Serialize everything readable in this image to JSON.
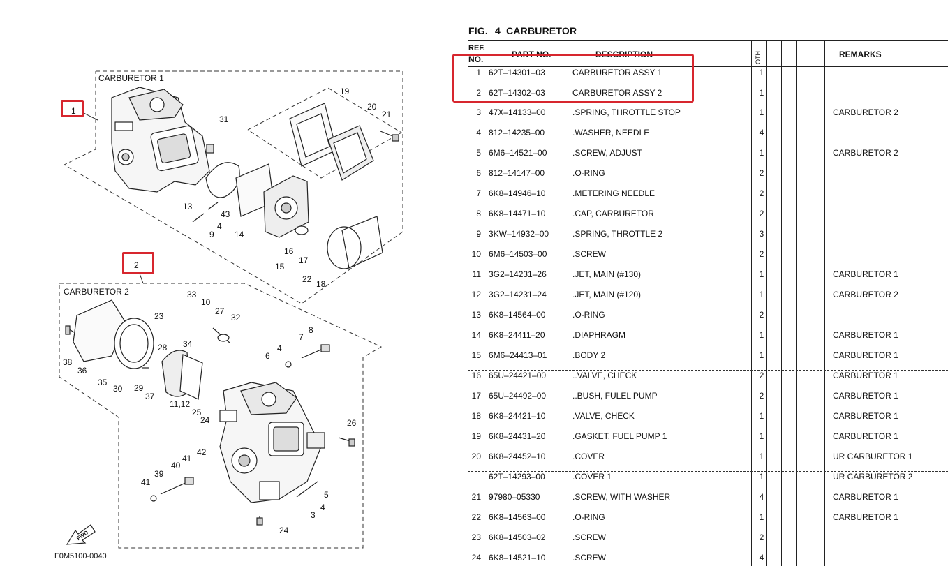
{
  "figure": {
    "label": "FIG.",
    "number": "4",
    "title": "CARBURETOR"
  },
  "diagram": {
    "group1_label": "CARBURETOR 1",
    "group2_label": "CARBURETOR 2",
    "callout1": "1",
    "callout2": "2",
    "drawing_code": "F0M5100-0040",
    "fwd": "FWD",
    "callouts": [
      "19",
      "20",
      "21",
      "31",
      "13",
      "43",
      "4",
      "9",
      "14",
      "16",
      "15",
      "17",
      "22",
      "18",
      "33",
      "10",
      "27",
      "23",
      "32",
      "28",
      "34",
      "8",
      "7",
      "4",
      "6",
      "38",
      "36",
      "35",
      "30",
      "29",
      "37",
      "11,12",
      "25",
      "24",
      "26",
      "42",
      "41",
      "40",
      "39",
      "41",
      "5",
      "4",
      "3",
      "24"
    ]
  },
  "table": {
    "headers": {
      "ref": "REF.",
      "no": "NO.",
      "part_no": "PART NO.",
      "description": "DESCRIPTION",
      "oth": "OTH",
      "remarks": "REMARKS"
    },
    "rows": [
      {
        "ref": "1",
        "part": "62T–14301–03",
        "desc": "CARBURETOR ASSY 1",
        "qty": "1",
        "rem": ""
      },
      {
        "ref": "2",
        "part": "62T–14302–03",
        "desc": "CARBURETOR ASSY 2",
        "qty": "1",
        "rem": ""
      },
      {
        "ref": "3",
        "part": "47X–14133–00",
        "desc": ".SPRING, THROTTLE STOP",
        "qty": "1",
        "rem": "CARBURETOR 2"
      },
      {
        "ref": "4",
        "part": "812–14235–00",
        "desc": ".WASHER, NEEDLE",
        "qty": "4",
        "rem": ""
      },
      {
        "ref": "5",
        "part": "6M6–14521–00",
        "desc": ".SCREW, ADJUST",
        "qty": "1",
        "rem": "CARBURETOR 2"
      },
      {
        "ref": "6",
        "part": "812–14147–00",
        "desc": ".O-RING",
        "qty": "2",
        "rem": ""
      },
      {
        "ref": "7",
        "part": "6K8–14946–10",
        "desc": ".METERING NEEDLE",
        "qty": "2",
        "rem": ""
      },
      {
        "ref": "8",
        "part": "6K8–14471–10",
        "desc": ".CAP, CARBURETOR",
        "qty": "2",
        "rem": ""
      },
      {
        "ref": "9",
        "part": "3KW–14932–00",
        "desc": ".SPRING, THROTTLE 2",
        "qty": "3",
        "rem": ""
      },
      {
        "ref": "10",
        "part": "6M6–14503–00",
        "desc": ".SCREW",
        "qty": "2",
        "rem": ""
      },
      {
        "ref": "11",
        "part": "3G2–14231–26",
        "desc": ".JET, MAIN (#130)",
        "qty": "1",
        "rem": "CARBURETOR 1"
      },
      {
        "ref": "12",
        "part": "3G2–14231–24",
        "desc": ".JET, MAIN (#120)",
        "qty": "1",
        "rem": "CARBURETOR 2"
      },
      {
        "ref": "13",
        "part": "6K8–14564–00",
        "desc": ".O-RING",
        "qty": "2",
        "rem": ""
      },
      {
        "ref": "14",
        "part": "6K8–24411–20",
        "desc": ".DIAPHRAGM",
        "qty": "1",
        "rem": "CARBURETOR 1"
      },
      {
        "ref": "15",
        "part": "6M6–24413–01",
        "desc": ".BODY 2",
        "qty": "1",
        "rem": "CARBURETOR 1"
      },
      {
        "ref": "16",
        "part": "65U–24421–00",
        "desc": "..VALVE, CHECK",
        "qty": "2",
        "rem": "CARBURETOR 1"
      },
      {
        "ref": "17",
        "part": "65U–24492–00",
        "desc": "..BUSH, FULEL PUMP",
        "qty": "2",
        "rem": "CARBURETOR 1"
      },
      {
        "ref": "18",
        "part": "6K8–24421–10",
        "desc": ".VALVE, CHECK",
        "qty": "1",
        "rem": "CARBURETOR 1"
      },
      {
        "ref": "19",
        "part": "6K8–24431–20",
        "desc": ".GASKET, FUEL PUMP 1",
        "qty": "1",
        "rem": "CARBURETOR 1"
      },
      {
        "ref": "20",
        "part": "6K8–24452–10",
        "desc": ".COVER",
        "qty": "1",
        "rem": "UR CARBURETOR 1"
      },
      {
        "ref": "",
        "part": "62T–14293–00",
        "desc": ".COVER 1",
        "qty": "1",
        "rem": "UR CARBURETOR 2"
      },
      {
        "ref": "21",
        "part": "97980–05330",
        "desc": ".SCREW, WITH WASHER",
        "qty": "4",
        "rem": "CARBURETOR 1"
      },
      {
        "ref": "22",
        "part": "6K8–14563–00",
        "desc": ".O-RING",
        "qty": "1",
        "rem": "CARBURETOR 1"
      },
      {
        "ref": "23",
        "part": "6K8–14503–02",
        "desc": ".SCREW",
        "qty": "2",
        "rem": ""
      },
      {
        "ref": "24",
        "part": "6K8–14521–10",
        "desc": ".SCREW",
        "qty": "4",
        "rem": ""
      }
    ]
  },
  "highlight_color": "#d7262e"
}
